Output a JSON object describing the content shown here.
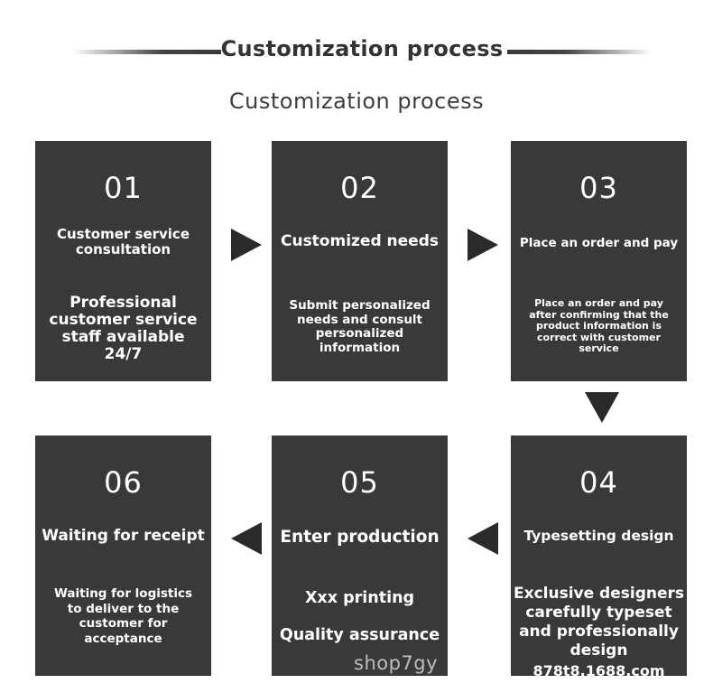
{
  "header": {
    "title": "Customization process",
    "subtitle": "Customization process"
  },
  "steps": [
    {
      "number": "01",
      "title": "Customer service consultation",
      "description": "Professional customer service staff available 24/7"
    },
    {
      "number": "02",
      "title": "Customized needs",
      "description": "Submit personalized needs and consult personalized information"
    },
    {
      "number": "03",
      "title": "Place an order and pay",
      "description": "Place an order and pay after confirming that the product information is correct with customer service"
    },
    {
      "number": "04",
      "title": "Typesetting design",
      "description": "Exclusive designers carefully typeset and professionally design"
    },
    {
      "number": "05",
      "title": "Enter production",
      "description_line1": "Xxx printing",
      "description_line2": "Quality assurance"
    },
    {
      "number": "06",
      "title": "Waiting for receipt",
      "description": "Waiting for logistics to deliver to the customer for acceptance"
    }
  ],
  "watermark": {
    "left": "shop7gy",
    "right": "878t8.1688.com"
  },
  "icons": [
    "arrow-right-icon",
    "arrow-down-icon",
    "arrow-left-icon"
  ],
  "colors": {
    "box": "#393939",
    "arrow": "#2a2a2a",
    "text": "#ffffff",
    "heading": "#333333"
  }
}
